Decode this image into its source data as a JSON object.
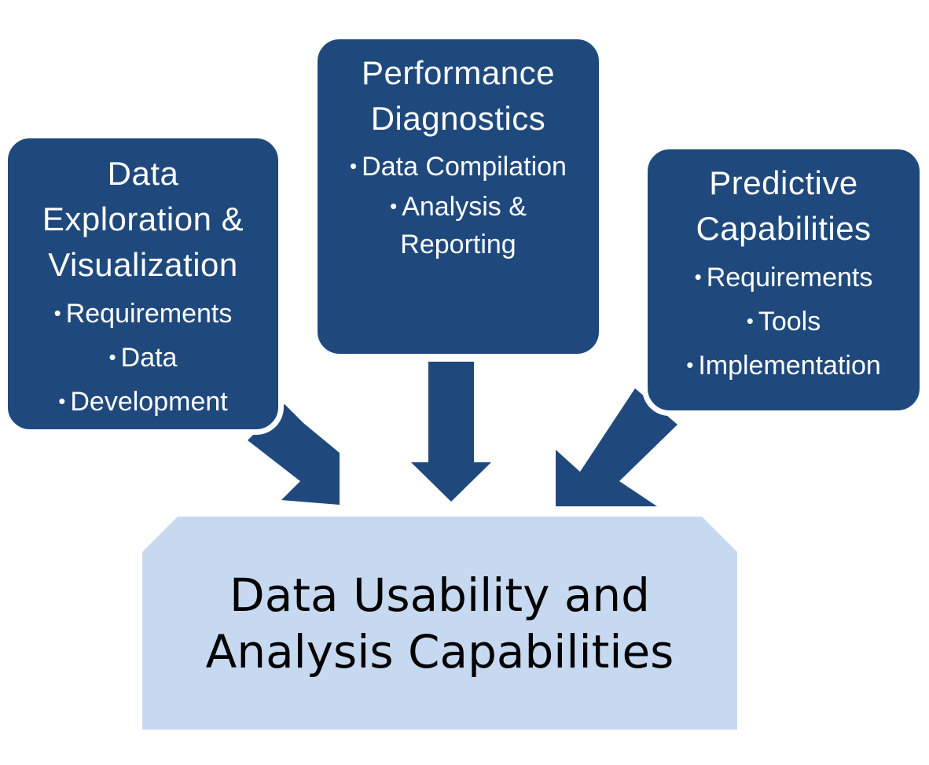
{
  "diagram": {
    "boxes": {
      "left": {
        "title_lines": [
          "Data",
          "Exploration &",
          "Visualization"
        ],
        "items": [
          "Requirements",
          "Data",
          "Development"
        ]
      },
      "center": {
        "title_lines": [
          "Performance",
          "Diagnostics"
        ],
        "items": [
          "Data Compilation",
          "Analysis &",
          "Reporting"
        ]
      },
      "right": {
        "title_lines": [
          "Predictive",
          "Capabilities"
        ],
        "items": [
          "Requirements",
          "Tools",
          "Implementation"
        ]
      }
    },
    "result": {
      "lines": [
        "Data Usability and",
        "Analysis Capabilities"
      ]
    },
    "colors": {
      "box_fill": "#1f497d",
      "box_text": "#ffffff",
      "result_fill": "#c6d9f1",
      "result_text": "#000000",
      "arrow_fill": "#1f497d"
    },
    "bullet_glyph": "•"
  }
}
